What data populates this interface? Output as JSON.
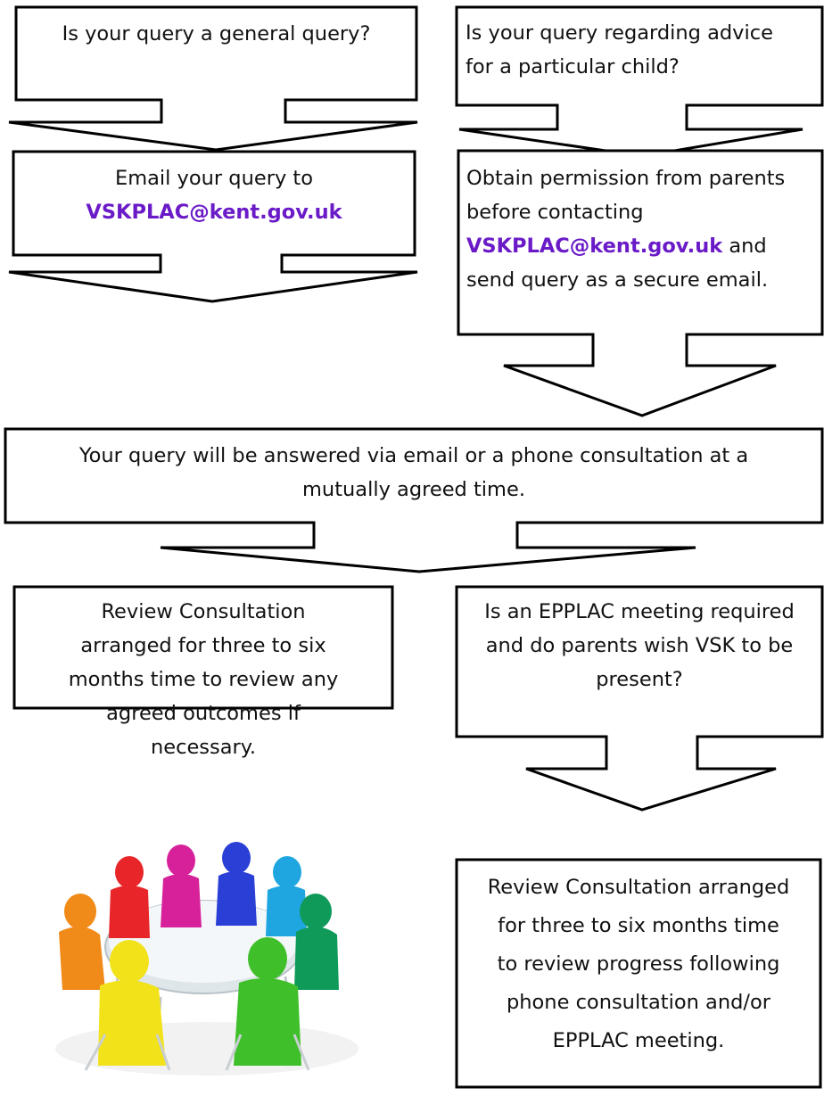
{
  "colors": {
    "link": "#6a1bc7",
    "border": "#000000",
    "text": "#111111"
  },
  "nodes": {
    "general_query": {
      "text": "Is your query a general query?"
    },
    "particular_child": {
      "line1": "Is your query regarding advice",
      "line2": "for a particular child?"
    },
    "email_query": {
      "line1": "Email your query  to",
      "email": "VSKPLAC@kent.gov.uk"
    },
    "obtain_permission": {
      "line1": "Obtain permission from parents",
      "line2": "before contacting",
      "email": "VSKPLAC@kent.gov.uk",
      "and": " and",
      "line4": "send query as a secure email."
    },
    "answered": {
      "line1": "Your query will be answered via email or a phone consultation at a",
      "line2": "mutually agreed time."
    },
    "review_left": {
      "line1": "Review Consultation",
      "line2": "arranged for three to six",
      "line3": "months time to review any",
      "line4": "agreed outcomes if",
      "line5": "necessary."
    },
    "epplac_question": {
      "line1": "Is an EPPLAC meeting required",
      "line2": "and do parents wish VSK to be",
      "line3": "present?"
    },
    "review_right": {
      "line1": "Review Consultation arranged",
      "line2": "for three to six months time",
      "line3": "to review progress following",
      "line4": "phone consultation and/or",
      "line5": "EPPLAC meeting."
    }
  },
  "image": {
    "icon": "meeting-people-around-table"
  }
}
